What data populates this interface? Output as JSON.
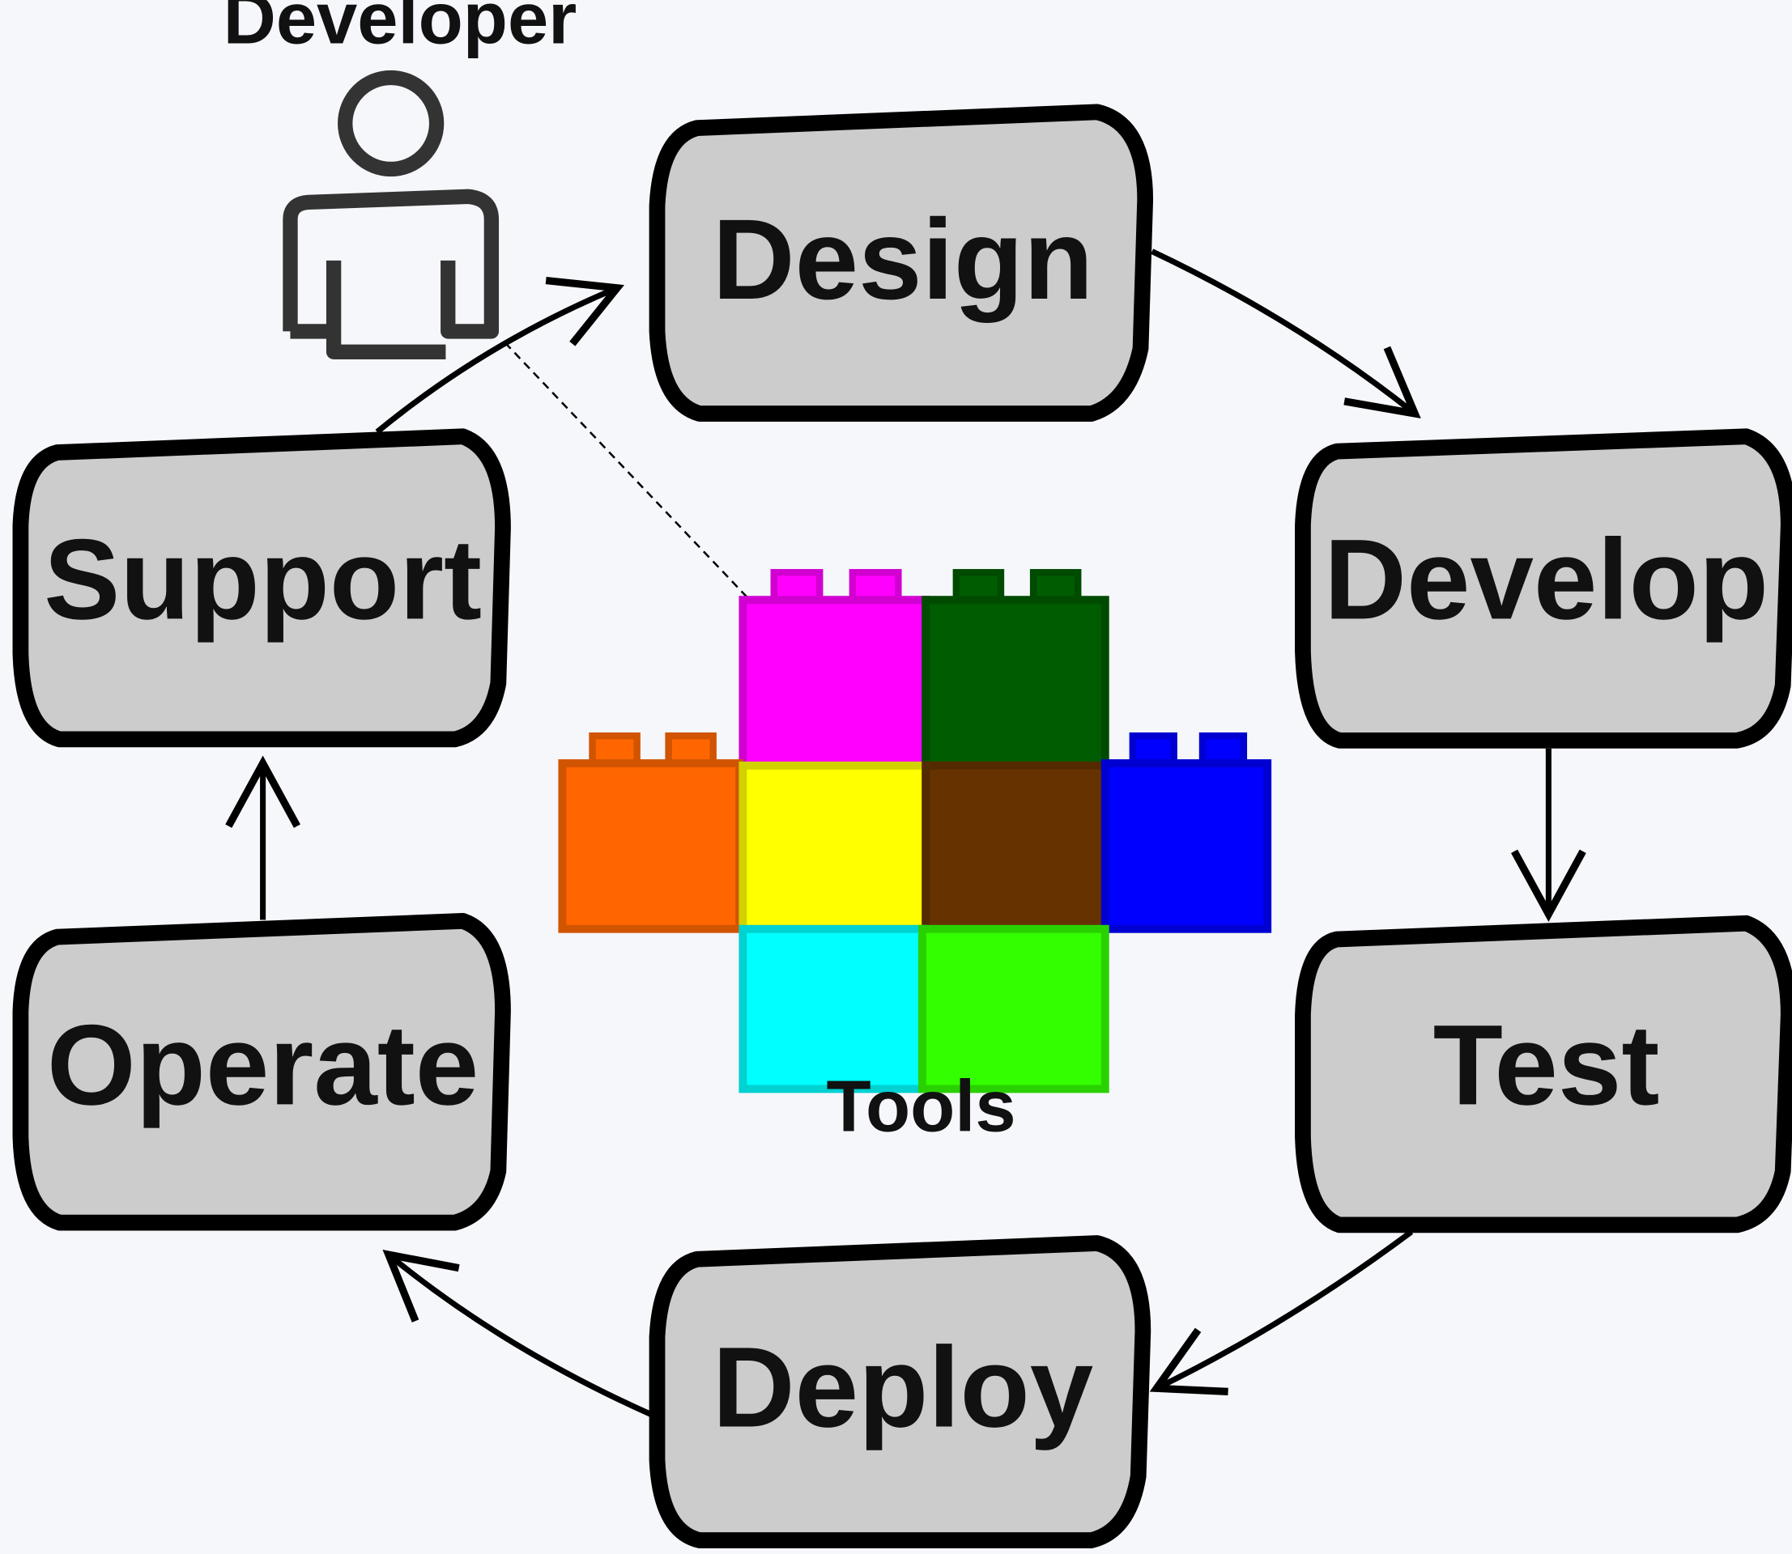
{
  "developer": {
    "label": "Developer",
    "icon": "person-icon"
  },
  "stages": {
    "design": "Design",
    "develop": "Develop",
    "test": "Test",
    "deploy": "Deploy",
    "operate": "Operate",
    "support": "Support"
  },
  "tools": {
    "label": "Tools",
    "bricks": [
      {
        "name": "magenta",
        "color": "#ff00ff"
      },
      {
        "name": "dark-green",
        "color": "#005c00"
      },
      {
        "name": "orange",
        "color": "#ff6600"
      },
      {
        "name": "yellow",
        "color": "#ffff00"
      },
      {
        "name": "brown",
        "color": "#663300"
      },
      {
        "name": "blue",
        "color": "#0000ff"
      },
      {
        "name": "cyan",
        "color": "#00ffff"
      },
      {
        "name": "green",
        "color": "#33ff00"
      }
    ]
  },
  "colors": {
    "background": "#f5f7fb",
    "box_fill": "#cccccc",
    "box_stroke": "#000000"
  }
}
